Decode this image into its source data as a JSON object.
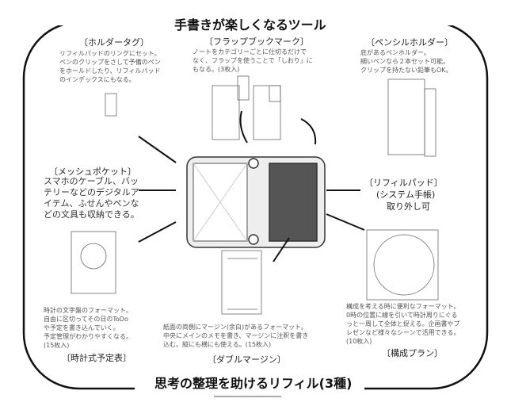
{
  "title": "手書きが楽しくなるツール",
  "footer_title": "思考の整理を助けるリフィル(3種)",
  "tools": {
    "holder_tag": {
      "title": "〔ホルダータグ〕",
      "desc": "リフィルパッドのリングにセット。\nペンのクリップをさして予備のペン\nをホールドしたり、リフィルパッド\nのインデックスにもなる。"
    },
    "flap": {
      "title": "〔フラップブックマーク〕",
      "desc": "ノートをカテゴリーごとに仕切るだけで\nなく、フラップを使うことで「しおり」に\nもなる。(3枚入)"
    },
    "pencil": {
      "title": "〔ペンシルホルダー〕",
      "desc": "底があるペンホルダー。\n細いペンなら２本セット可能。\nクリップを持たない鉛筆もOK。"
    },
    "mesh": {
      "title": "〔メッシュポケット〕",
      "desc": "スマホのケーブル、バッ\nテリーなどのデジタルア\nイテム、ふせんやペンな\nどの文具も収納できる。"
    },
    "refill_pad": {
      "title": "〔リフィルパッド〕",
      "sub": "(システム手帳)",
      "note": "取り外し可"
    }
  },
  "refills": {
    "clock": {
      "title": "〔時計式予定表〕",
      "desc": "時計の文字盤のフォーマット。\n自由に区切ってその日のToDo\nや予定を書き込んでいく。\n予定管理がわかりやすくなる。\n(15枚入)"
    },
    "double": {
      "title": "〔ダブルマージン〕",
      "desc": "紙面の両側にマージン(余白)があるフォーマット。\n中央にメインのメモを書き、マージンに注釈を書き\n込む。縦にも横にも使える。(15枚入)"
    },
    "plan": {
      "title": "〔構成プラン〕",
      "desc": "構成を考える時に便利なフォーマット。\n0時の位置に線を引いて時計周りにぐる\nっと一周して全体と捉える。企画書やプ\nレゼンなど様々なシーンで活用できる。\n(10枚入)"
    }
  }
}
